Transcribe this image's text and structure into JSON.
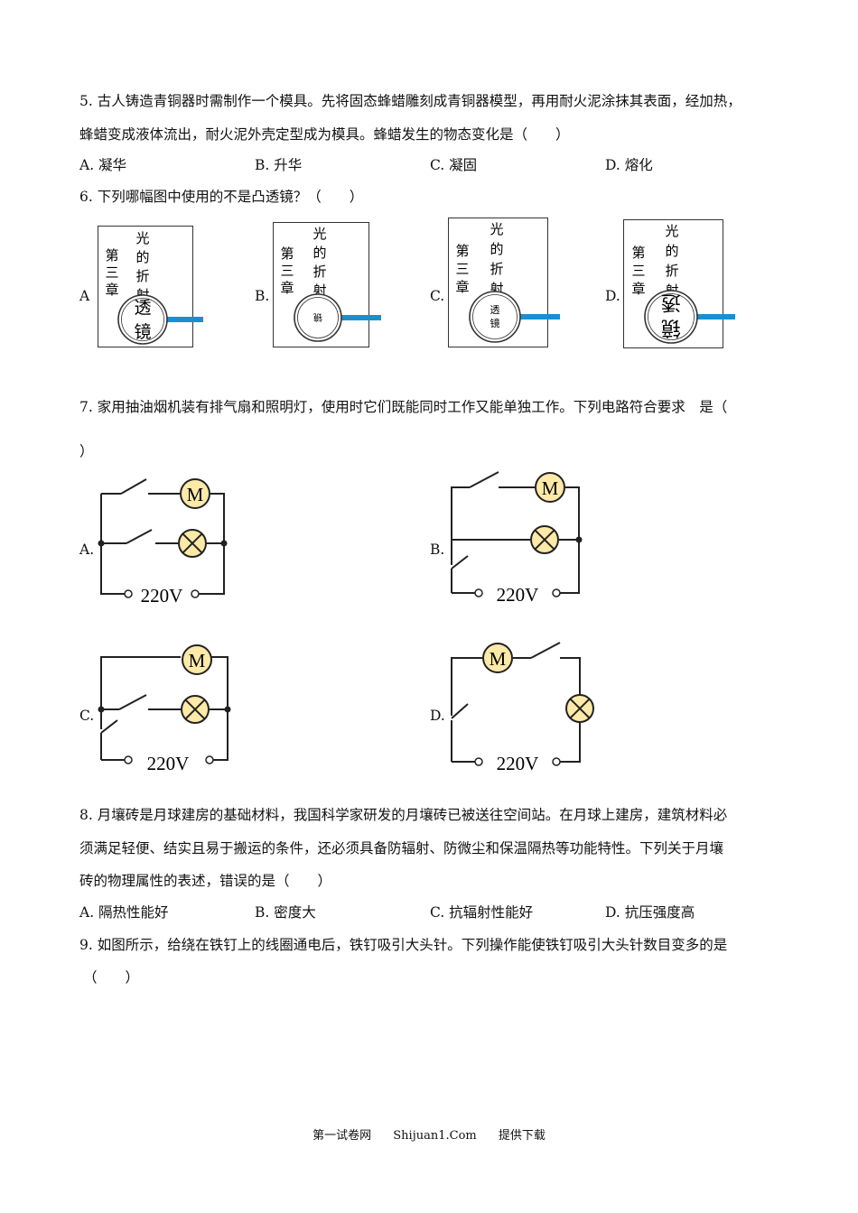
{
  "q5": {
    "line1": "5. 古人铸造青铜器时需制作一个模具。先将固态蜂蜡雕刻成青铜器模型，再用耐火泥涂抹其表面，经加热，",
    "line2": "蜂蜡变成液体流出，耐火泥外壳定型成为模具。蜂蜡发生的物态变化是（　　）",
    "options": [
      "A. 凝华",
      "B. 升华",
      "C. 凝固",
      "D. 熔化"
    ]
  },
  "q6": {
    "question": "6. 下列哪幅图中使用的不是凸透镜？（　　）",
    "labels": [
      "A",
      "B.",
      "C.",
      "D."
    ],
    "book_col1": [
      "第",
      "三",
      "章"
    ],
    "book_col2": [
      "光",
      "的",
      "折",
      "射"
    ],
    "lens_a": [
      "透",
      "镜"
    ],
    "lens_b": [
      "镜"
    ],
    "lens_c": [
      "透",
      "镜"
    ],
    "lens_d": [
      "镜",
      "透"
    ]
  },
  "q7": {
    "line1": "7. 家用抽油烟机装有排气扇和照明灯，使用时它们既能同时工作又能单独工作。下列电路符合要求　是（",
    "line2": "）",
    "labels": [
      "A.",
      "B.",
      "C.",
      "D."
    ],
    "motor": "M",
    "voltage": "220V"
  },
  "q8": {
    "line1": "8. 月壤砖是月球建房的基础材料，我国科学家研发的月壤砖已被送往空间站。在月球上建房，建筑材料必",
    "line2": "须满足轻便、结实且易于搬运的条件，还必须具备防辐射、防微尘和保温隔热等功能特性。下列关于月壤",
    "line3": "砖的物理属性的表述，错误的是（　　）",
    "options": [
      "A. 隔热性能好",
      "B. 密度大",
      "C. 抗辐射性能好",
      "D. 抗压强度高"
    ]
  },
  "q9": {
    "line1": "9. 如图所示，给绕在铁钉上的线圈通电后，铁钉吸引大头针。下列操作能使铁钉吸引大头针数目变多的是",
    "line2": "（　　）"
  },
  "footer": {
    "left": "第一试卷网",
    "middle": "Shijuan1.Com",
    "right": "提供下载"
  },
  "colors": {
    "lamp_fill": "#fde9a8",
    "handle": "#1a8fd0",
    "line": "#222222"
  }
}
